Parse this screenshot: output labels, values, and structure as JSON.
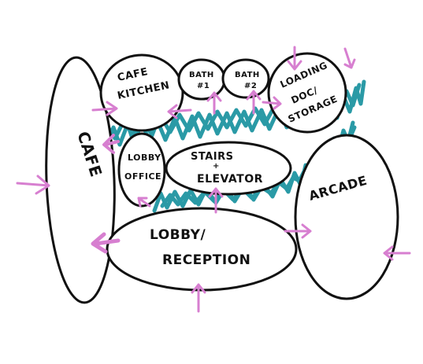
{
  "rooms": {
    "cafe": "CAFE",
    "cafe_kitchen": [
      "CAFE",
      "KITCHEN"
    ],
    "bath1": [
      "BATH",
      "#1"
    ],
    "bath2": [
      "BATH",
      "#2"
    ],
    "loading": [
      "LOADING",
      "DOC/",
      "STORAGE"
    ],
    "lobby_office": [
      "LOBBY",
      "OFFICE"
    ],
    "stairs_elevator": [
      "STAIRS",
      "+",
      "ELEVATOR"
    ],
    "arcade": "ARCADE",
    "lobby_reception": [
      "LOBBY/",
      "RECEPTION"
    ]
  },
  "colors": {
    "outline": "#111111",
    "circulation": "#2a9aa6",
    "arrows": "#d77fd0"
  }
}
